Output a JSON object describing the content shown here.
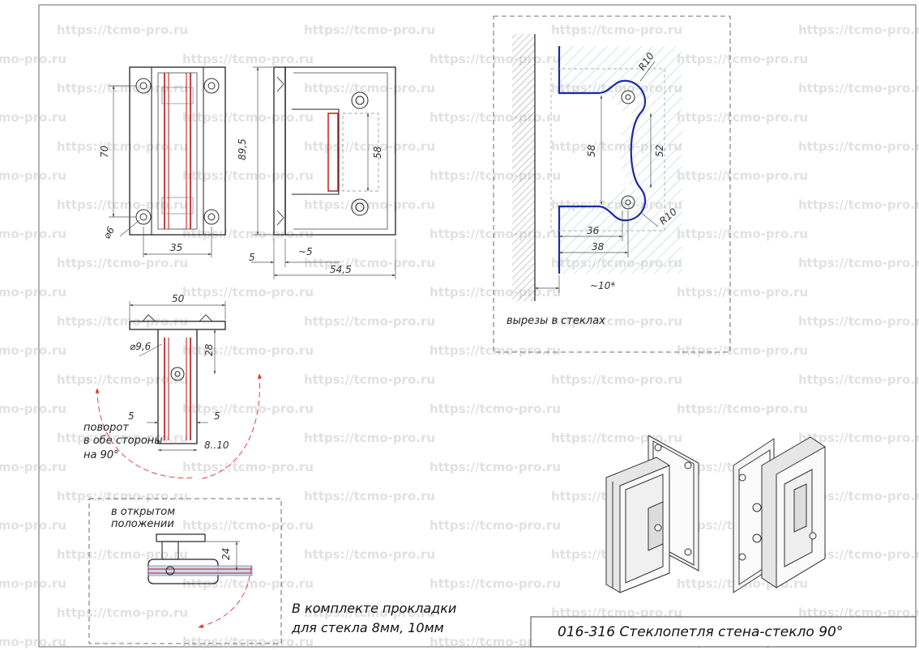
{
  "watermark": "https://tcmo-pro.ru",
  "front_view": {
    "dim_height_70": "70",
    "dim_hole_d6": "⌀6",
    "dim_width_35": "35"
  },
  "side_view": {
    "dim_height_89": "89,5",
    "dim_58": "58",
    "dim_5": "5",
    "dim_approx5": "~5",
    "dim_54": "54,5"
  },
  "top_view": {
    "dim_50": "50",
    "dim_d96": "⌀9,6",
    "dim_28": "28",
    "dim_5a": "5",
    "dim_5b": "5",
    "dim_810": "8..10",
    "rotation_note_1": "поворот",
    "rotation_note_2": "в обе стороны",
    "rotation_note_3": "на 90°"
  },
  "open_view": {
    "label_1": "в открытом",
    "label_2": "положении",
    "dim_24": "24"
  },
  "cutout": {
    "dim_r10_top": "R10",
    "dim_r10_bottom": "R10",
    "dim_58": "58",
    "dim_52": "52",
    "dim_36": "36",
    "dim_38": "38",
    "dim_gap": "~10*",
    "caption": "вырезы в стеклах"
  },
  "notes": {
    "kit_line1": "В комплекте прокладки",
    "kit_line2": "для стекла 8мм, 10мм"
  },
  "title_block": {
    "title": "016-316  Стеклопетля стена-стекло 90°"
  }
}
